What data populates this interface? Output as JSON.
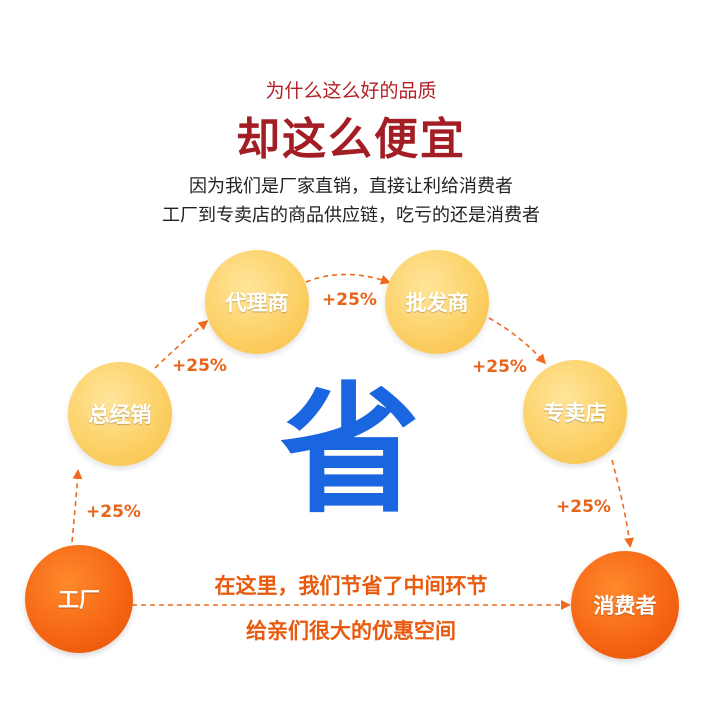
{
  "header": {
    "subtitle": "为什么这么好的品质",
    "title": "却这么便宜",
    "line1": "因为我们是厂家直销，直接让利给消费者",
    "line2": "工厂到专卖店的商品供应链，吃亏的还是消费者"
  },
  "nodes": {
    "factory": "工厂",
    "general_distributor": "总经销",
    "agent": "代理商",
    "wholesaler": "批发商",
    "store": "专卖店",
    "consumer": "消费者"
  },
  "markups": {
    "factory_to_general": "+25%",
    "general_to_agent": "+25%",
    "agent_to_wholesaler": "+25%",
    "wholesaler_to_store": "+25%",
    "store_to_consumer": "+25%"
  },
  "center": {
    "big_char": "省"
  },
  "message": {
    "line1": "在这里，我们节省了中间环节",
    "line2": "给亲们很大的优惠空间"
  },
  "colors": {
    "title_red": "#a31d25",
    "node_yellow": "#fcd168",
    "node_orange": "#f56412",
    "accent_orange": "#e8641a",
    "big_char_blue": "#1a66e0"
  }
}
